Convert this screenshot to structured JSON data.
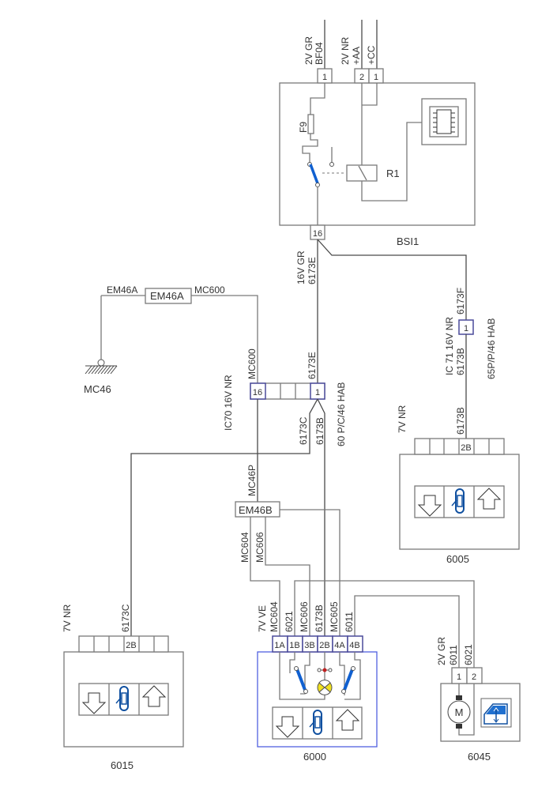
{
  "components": {
    "bsi": {
      "label": "BSI1",
      "fuse": "F9",
      "relay": "R1",
      "pin_out": "16",
      "pins_in": [
        {
          "pin": "1",
          "wire": "BF04",
          "spec": "2V GR"
        },
        {
          "pin": "2",
          "wire": "+AA",
          "spec": "2V NR"
        },
        {
          "pin": "1",
          "wire": "+CC",
          "spec": ""
        }
      ]
    },
    "ground": {
      "label": "MC46"
    },
    "em46a": {
      "label": "EM46A",
      "wire_left": "EM46A",
      "wire_right": "MC600"
    },
    "ic70": {
      "spec": "IC70 16V NR",
      "pin_left": "16",
      "pin_right": "1",
      "wire_left": "MC600",
      "wire_in": "6173E",
      "wire_out_a": "6173C",
      "wire_out_b": "6173B",
      "location": "60 P/C/46 HAB"
    },
    "ic71": {
      "spec": "IC 71 16V NR",
      "pin": "1",
      "wire_in": "6173F",
      "wire_out": "6173B",
      "location": "65P/P/46 HAB"
    },
    "bsi_out": {
      "spec": "16V GR",
      "wire": "6173E"
    },
    "em46b": {
      "label": "EM46B",
      "wire_in": "MC46P",
      "wire_a": "MC604",
      "wire_b": "MC606"
    },
    "sw6005": {
      "label": "6005",
      "spec": "7V NR",
      "pin": "2B",
      "wire": "6173B"
    },
    "sw6015": {
      "label": "6015",
      "spec": "7V NR",
      "pin": "2B",
      "wire": "6173C"
    },
    "sw6000": {
      "label": "6000",
      "spec": "7V VE",
      "pins": [
        "1A",
        "1B",
        "3B",
        "2B",
        "4A",
        "4B"
      ],
      "wires": [
        "MC604",
        "6021",
        "MC606",
        "6173B",
        "MC605",
        "6011"
      ]
    },
    "motor6045": {
      "label": "6045",
      "spec": "2V GR",
      "pins": [
        "1",
        "2"
      ],
      "wires": [
        "6011",
        "6021"
      ],
      "motor_symbol": "M"
    }
  },
  "colors": {
    "wire": "#7a7a7a",
    "connector_blue": "#4a4a9a",
    "switch_blue": "#1060d0",
    "lamp_yellow": "#f0e020",
    "frame_blue": "#5060e0"
  }
}
